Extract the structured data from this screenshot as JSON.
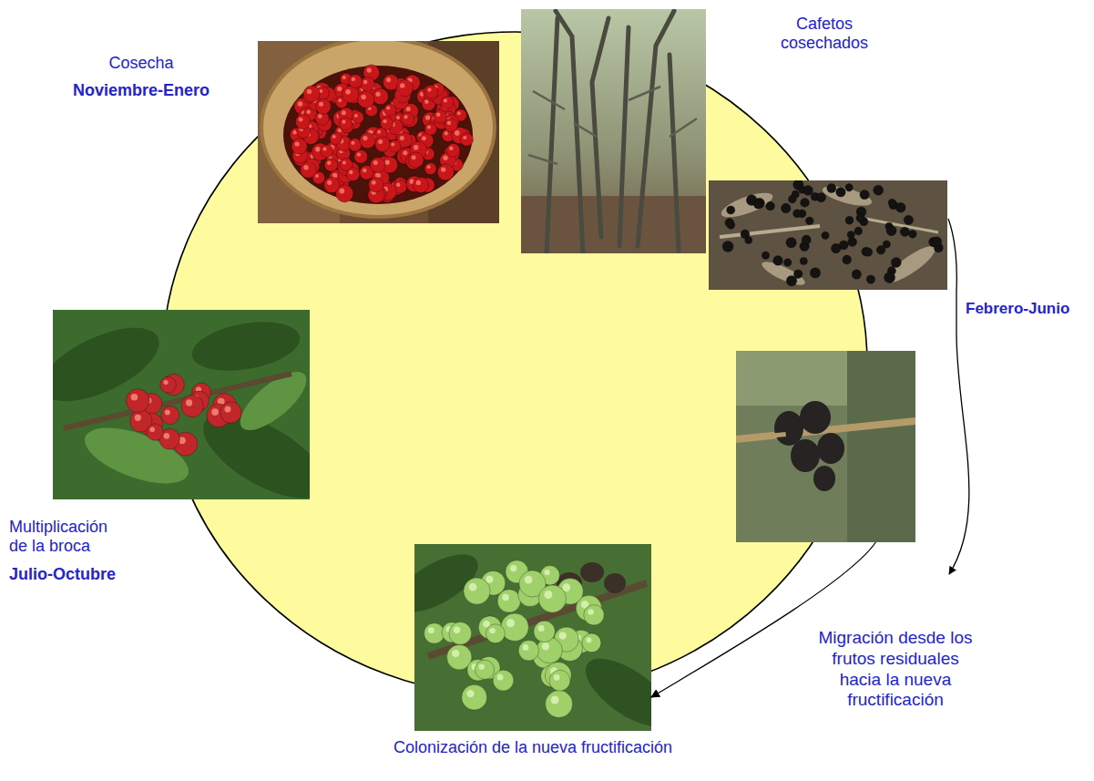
{
  "diagram": {
    "nodes": [
      {
        "text": [
          "Cosecha",
          "Noviembre-Enero"
        ]
      },
      {
        "text": [
          "Cafetos cosechados"
        ]
      },
      {
        "text": [
          "Febrero-Junio"
        ]
      },
      {
        "text": [
          "Colonización de la nueva fructificación"
        ]
      },
      {
        "text": [
          "Multiplicación de la broca",
          "Julio-Octubre"
        ]
      }
    ],
    "edges": [
      {
        "from": 2,
        "to": 3,
        "arrow": "to",
        "label": "Migración desde los frutos residuales hacia la nueva fructificación"
      }
    ]
  }
}
